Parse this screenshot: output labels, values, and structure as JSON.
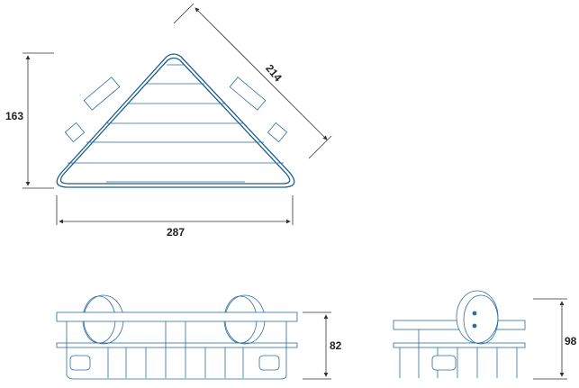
{
  "title": "Corner shower basket technical drawing",
  "colors": {
    "outline": "#1d5d8c",
    "dimension": "#333333"
  },
  "dimensions": {
    "top_depth": "163",
    "top_diagonal": "214",
    "top_width": "287",
    "front_height": "82",
    "side_height": "98"
  }
}
